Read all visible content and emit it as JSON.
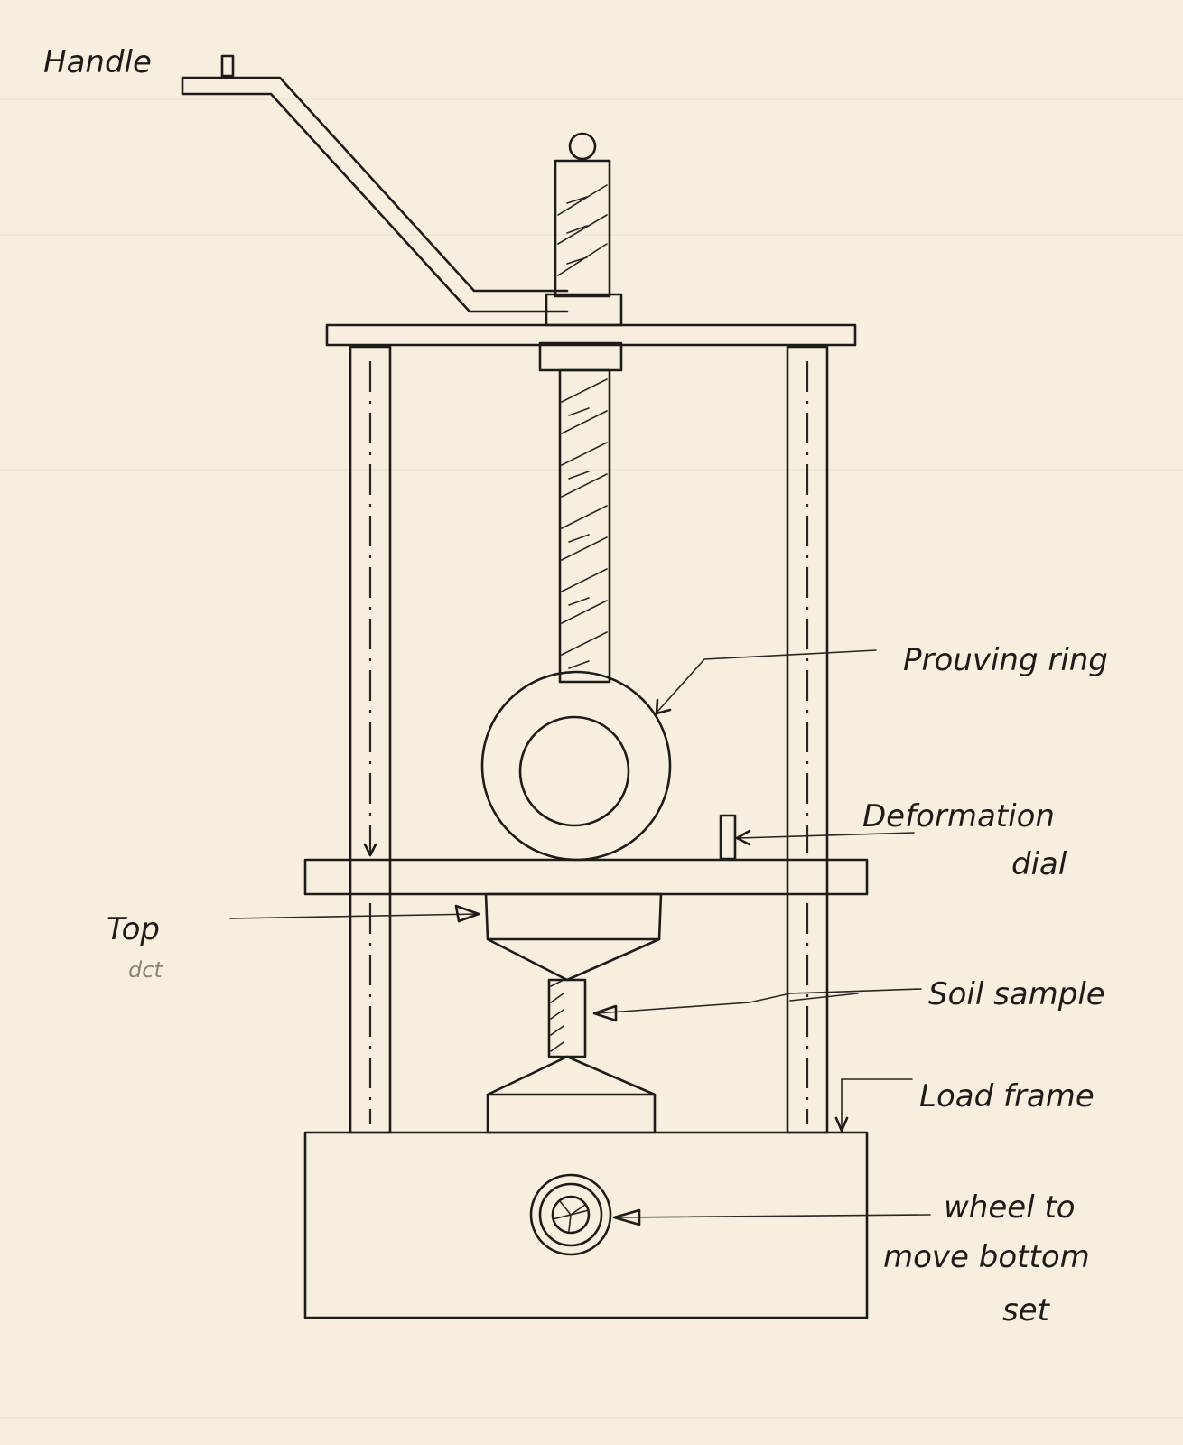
{
  "labels": {
    "handle": "Handle",
    "proving_ring": "Prouving ring",
    "deformation_dial_line1": "Deformation",
    "deformation_dial_line2": "dial",
    "top": "Top",
    "top_sub": "dct",
    "soil_sample": "Soil sample",
    "load_frame": "Load frame",
    "wheel_line1": "wheel to",
    "wheel_line2": "move bottom",
    "wheel_line3": "set"
  },
  "colors": {
    "paper": "#f6efe0",
    "ink": "#1f1c18"
  }
}
